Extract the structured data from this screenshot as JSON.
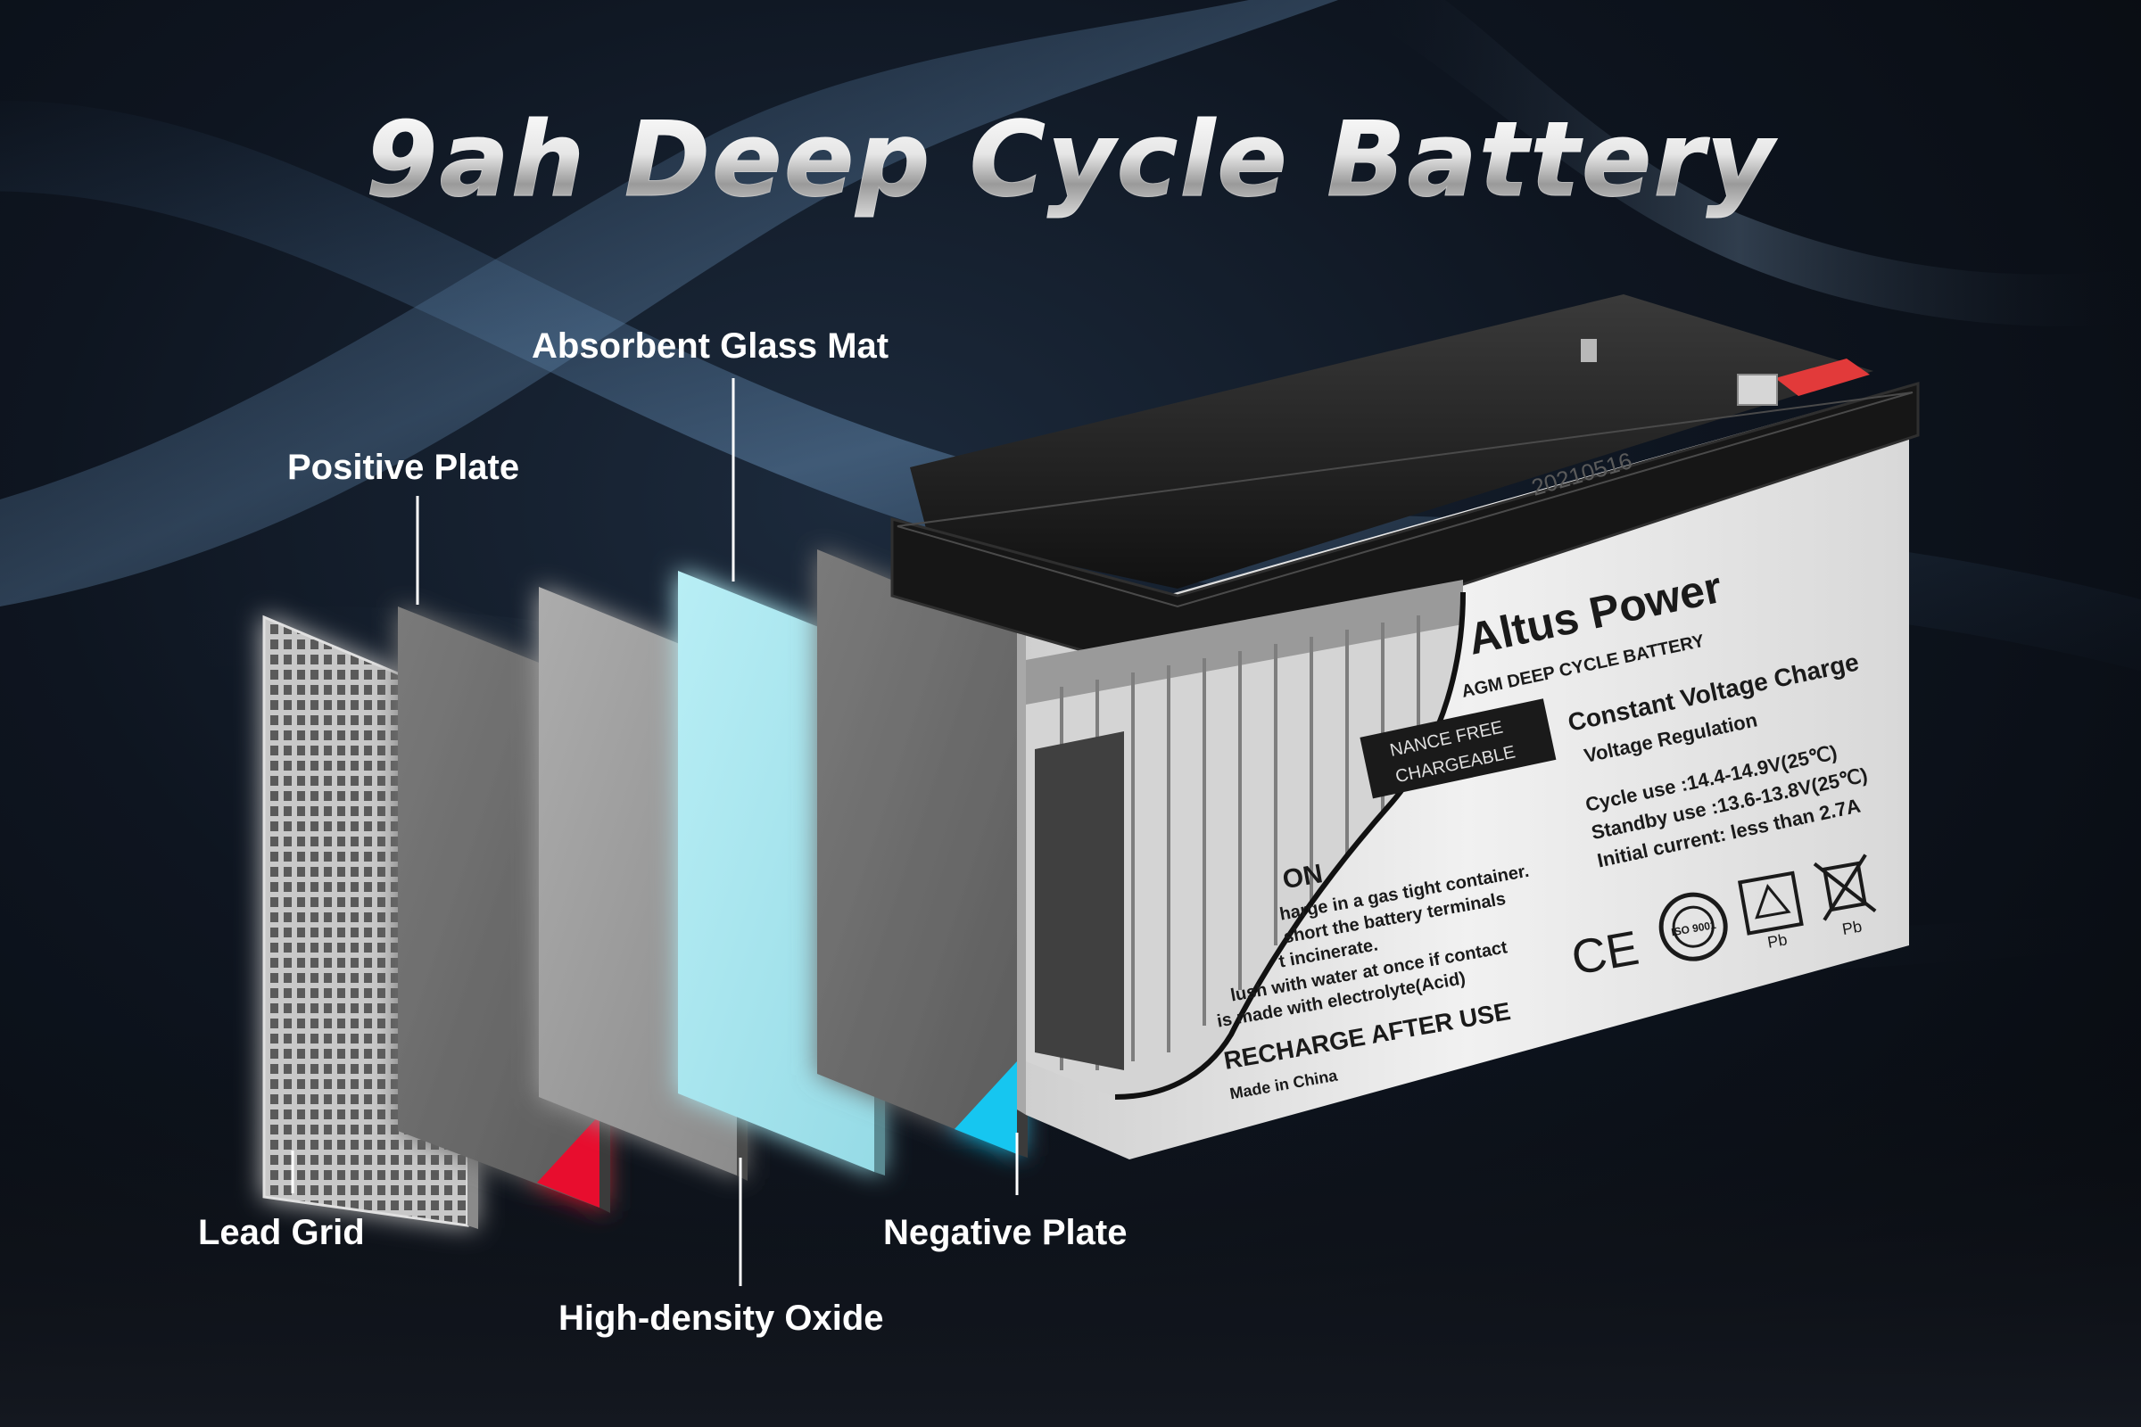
{
  "title": "9ah Deep Cycle Battery",
  "callouts": {
    "absorbent_glass_mat": "Absorbent Glass Mat",
    "positive_plate": "Positive Plate",
    "lead_grid": "Lead Grid",
    "high_density_oxide": "High-density Oxide",
    "negative_plate": "Negative Plate"
  },
  "battery": {
    "lid_date_code": "20210516",
    "brand": "Altus Power",
    "subtitle": "AGM DEEP CYCLE BATTERY",
    "badge_line1": "NANCE FREE",
    "badge_line2": "CHARGEABLE",
    "spec_heading": "Constant Voltage Charge",
    "spec_subheading": "Voltage Regulation",
    "cycle_use": "Cycle use      :14.4-14.9V(25℃)",
    "standby_use": "Standby use :13.6-13.8V(25℃)",
    "initial_current": "Initial current: less than 2.7A",
    "caution_heading": "ON",
    "caution_line1": "harge in a gas tight container.",
    "caution_line2": "short the battery terminals",
    "caution_line3": "t incinerate.",
    "caution_line4": "lush with water at once if contact",
    "caution_line5": "is made with electrolyte(Acid)",
    "recharge": "RECHARGE AFTER USE",
    "made_in": "Made in China",
    "ce_mark": "CE",
    "iso_mark": "ISO 9001",
    "pb_label": "Pb"
  },
  "colors": {
    "positive_accent": "#e8102e",
    "negative_accent": "#18c6f0",
    "glass_mat": "#a6e6ef",
    "plate_dark": "#6a6a6a",
    "plate_light": "#9c9c9c",
    "battery_case": "#e6e6e6",
    "battery_lid": "#1a1a1a"
  },
  "icons": {
    "ce": "ce-mark-icon",
    "iso": "iso-9001-icon",
    "recycle": "recycle-pb-icon",
    "bin": "crossed-bin-pb-icon"
  }
}
